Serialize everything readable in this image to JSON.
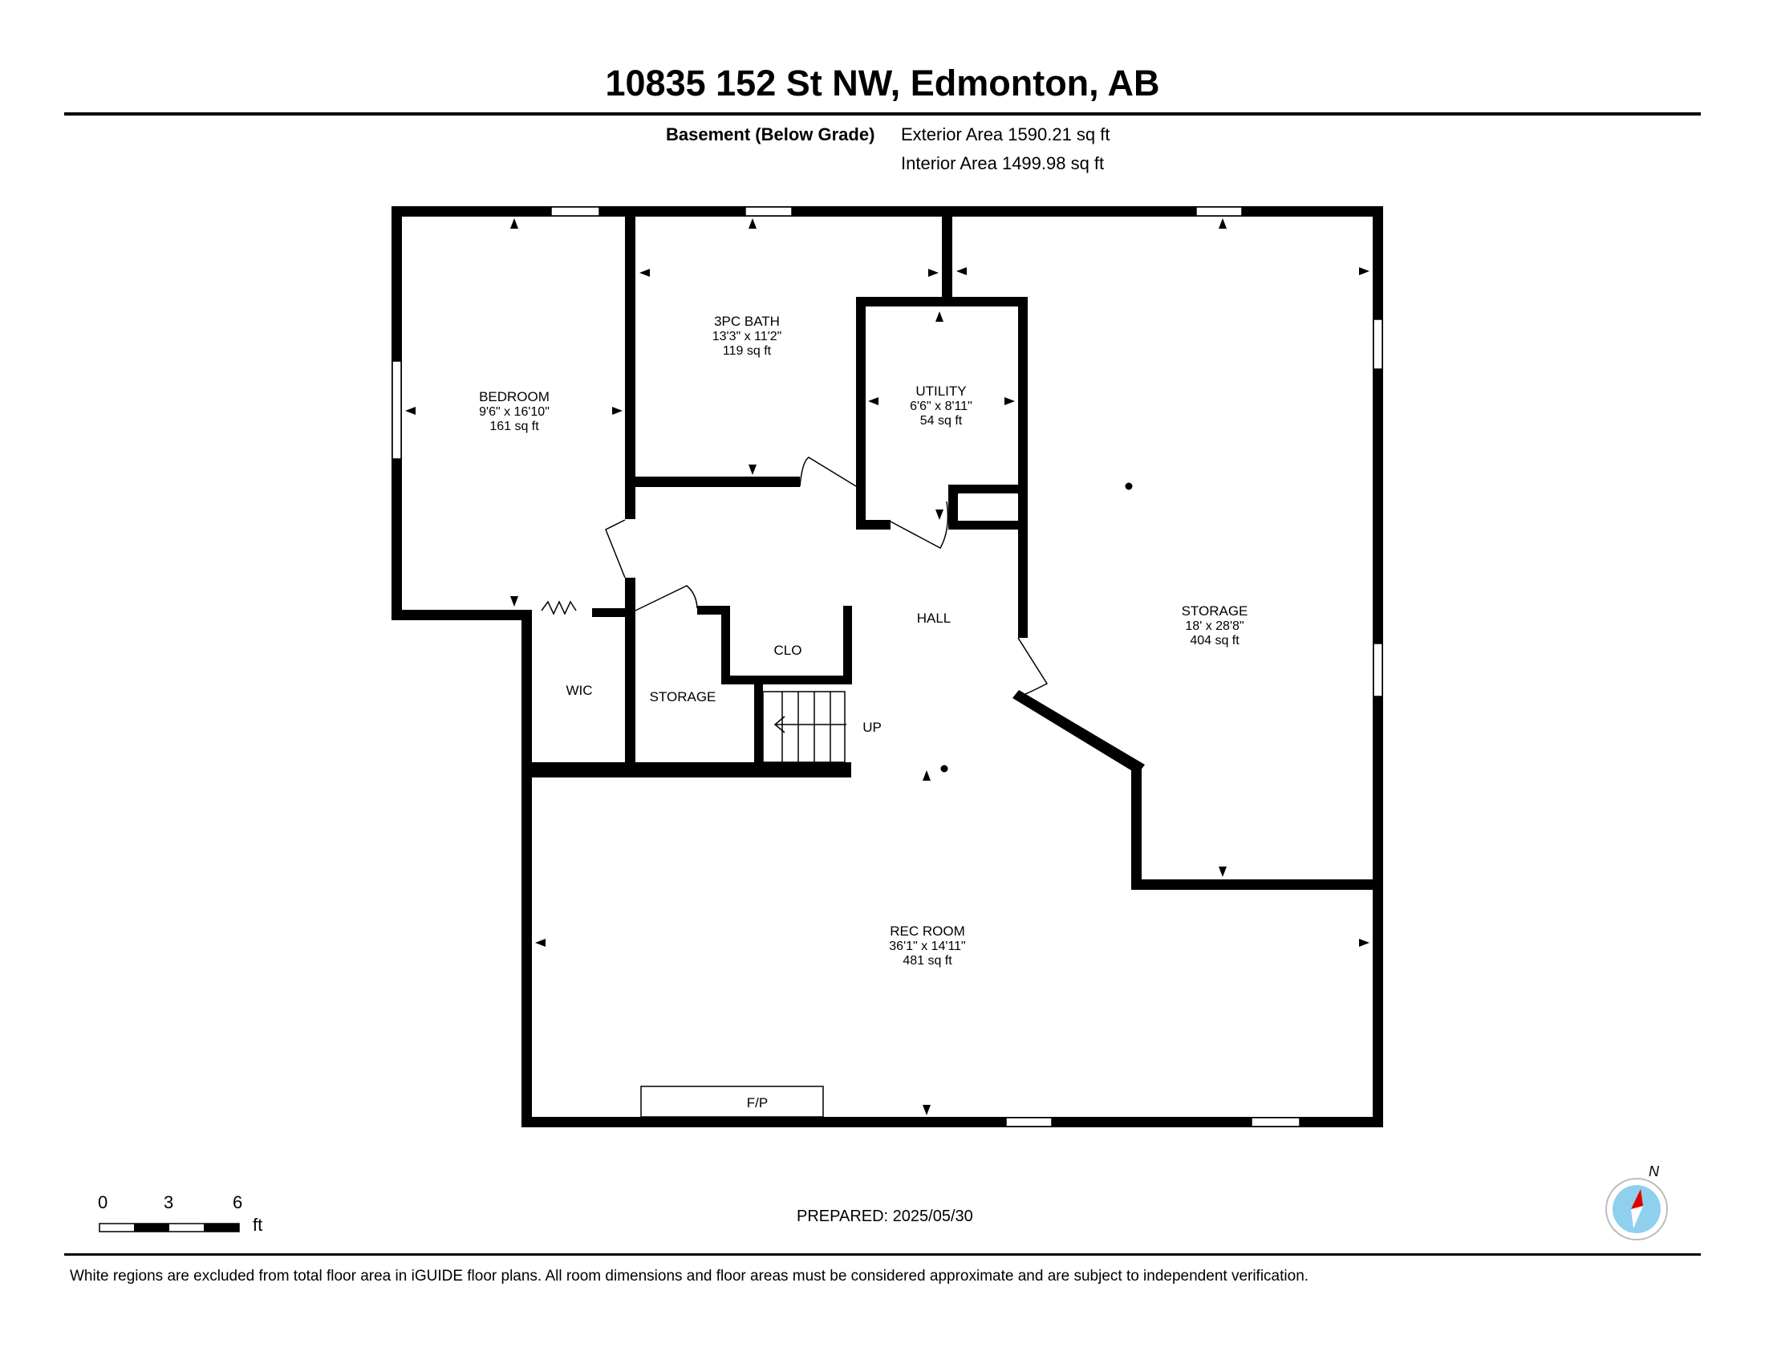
{
  "header": {
    "address": "10835 152 St NW, Edmonton, AB",
    "level_label": "Basement (Below Grade)",
    "exterior_area": "Exterior Area 1590.21 sq ft",
    "interior_area": "Interior Area 1499.98 sq ft"
  },
  "rooms": {
    "bedroom": {
      "name": "BEDROOM",
      "dims": "9'6\" x 16'10\"",
      "area": "161 sq ft"
    },
    "bath": {
      "name": "3PC BATH",
      "dims": "13'3\" x 11'2\"",
      "area": "119 sq ft"
    },
    "utility": {
      "name": "UTILITY",
      "dims": "6'6\" x 8'11\"",
      "area": "54 sq ft"
    },
    "storage_main": {
      "name": "STORAGE",
      "dims": "18' x 28'8\"",
      "area": "404 sq ft"
    },
    "rec_room": {
      "name": "REC ROOM",
      "dims": "36'1\" x 14'11\"",
      "area": "481 sq ft"
    },
    "hall": {
      "name": "HALL"
    },
    "closet": {
      "name": "CLO"
    },
    "wic": {
      "name": "WIC"
    },
    "storage_small": {
      "name": "STORAGE"
    },
    "stairs": {
      "name": "UP"
    },
    "fireplace": {
      "name": "F/P"
    }
  },
  "scale_bar": {
    "ticks": [
      "0",
      "3",
      "6"
    ],
    "unit": "ft"
  },
  "compass": {
    "label": "N"
  },
  "prepared": "PREPARED: 2025/05/30",
  "footer_note": "White regions are excluded from total floor area in iGUIDE floor plans. All room dimensions and floor areas must be considered approximate and are subject to independent verification."
}
